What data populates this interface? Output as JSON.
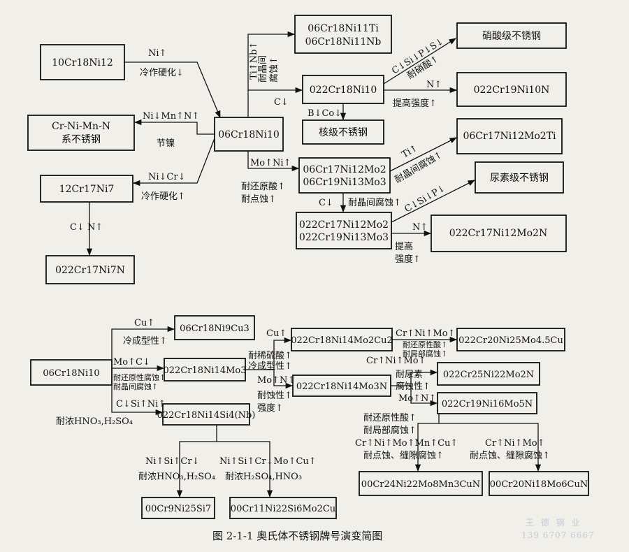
{
  "upper": {
    "nodes": {
      "n10cr18ni12": "10Cr18Ni12",
      "crnimnn_1": "Cr-Ni-Mn-N",
      "crnimnn_2": "系不锈钢",
      "n12cr17ni7": "12Cr17Ni7",
      "n022cr17ni7n": "022Cr17Ni7N",
      "n06cr18ni10": "06Cr18Ni10",
      "n06cr18ni11ti": "06Cr18Ni11Ti",
      "n06cr18ni11nb": "06Cr18Ni11Nb",
      "n022cr18ni10": "022Cr18Ni10",
      "nuclear": "核级不锈钢",
      "nitric": "硝酸级不锈钢",
      "n022cr19ni10n": "022Cr19Ni10N",
      "mo_1": "06Cr17Ni12Mo2",
      "mo_2": "06Cr19Ni13Mo3",
      "n06cr17ni12mo2ti": "06Cr17Ni12Mo2Ti",
      "urea": "尿素级不锈钢",
      "lc_1": "022Cr17Ni12Mo2",
      "lc_2": "022Cr19Ni13Mo3",
      "n022cr17ni12mo2n": "022Cr17Ni12Mo2N"
    },
    "labels": {
      "ni_up": "Ni↑",
      "cold_work_down": "冷作硬化↓",
      "ni_mn_n": "Ni↓Mn↑N↑",
      "save_ni": "节镍",
      "ni_cr_down": "Ni↓Cr↓",
      "cold_work_up": "冷作硬化↑",
      "c_n_1": "C↓  N↑",
      "ti_nb": "Ti↑Nb↑",
      "icc_res_1": "耐晶间",
      "icc_res_2": "腐蚀↑",
      "c_down_1": "C↓",
      "b_co": "B↓Co↓",
      "c_si_p_s": "C↓Si↓P↓S↓",
      "nitric_res": "耐硝酸↑",
      "n_up_1": "N↑",
      "strength_up_1": "提高强度↑",
      "mo_ni": "Mo↑Ni↑",
      "reducing_acid": "耐还原酸↑",
      "pitting": "耐点蚀↑",
      "ti_up": "Ti↑",
      "icc_mo": "耐晶间腐蚀↑",
      "c_down_2": "C↓",
      "icc_lc": "耐晶间腐蚀↑",
      "c_si_p": "C↓Si↓P↓",
      "n_up_2": "N↑",
      "strength_a": "提高",
      "strength_b": "强度↑"
    }
  },
  "lower": {
    "nodes": {
      "start": "06Cr18Ni10",
      "n06cr18ni9cu3": "06Cr18Ni9Cu3",
      "n022cr18ni14mo3": "022Cr18Ni14Mo3",
      "n022cr18ni14si4nb": "022Cr18Ni14Si4(Nb)",
      "n022cr18ni14mo2cu2": "022Cr18Ni14Mo2Cu2",
      "n022cr18ni14mo3n": "022Cr18Ni14Mo3N",
      "n022cr20ni25mo45cu": "022Cr20Ni25Mo4.5Cu",
      "n022cr25ni22mo2n": "022Cr25Ni22Mo2N",
      "n022cr19ni16mo5n": "022Cr19Ni16Mo5N",
      "n00cr24ni22mo8mn3cun": "00Cr24Ni22Mo8Mn3CuN",
      "n00cr20ni18mo6cun": "00Cr20Ni18Mo6CuN",
      "n00cr9ni25si7": "00Cr9Ni25Si7",
      "n00cr11ni22si6mo2cu": "00Cr11Ni22Si6Mo2Cu"
    },
    "labels": {
      "cu_up_1": "Cu↑",
      "cold_form": "冷成型性↑",
      "mo_c": "Mo↑C↓",
      "red_acid_1": "耐还原性腐蚀↑",
      "icc_1": "耐晶间腐蚀↑",
      "c_si_ni": "C↓Si↑Ni↑",
      "conc_acid_1": "耐浓HNO₃,H₂SO₄",
      "cu_up_2": "Cu↑",
      "dilute_h2so4": "耐稀硫酸↑",
      "cold_form_2": "冷成型性↑",
      "mo_n_1": "Mo↑N↑",
      "corr_res": "耐蚀性↑",
      "strength_2": "强度↑",
      "cr_ni_mo_1": "Cr↑Ni↑Mo↑",
      "red_acid_2": "耐还原性酸↑",
      "local_corr_1": "耐局部腐蚀↑",
      "cr_ni_mo_2": "Cr↑Ni↑Mo↑",
      "urea_corr_1": "耐尿素",
      "urea_corr_2": "腐蚀性↑",
      "mo_n_2": "Mo↑N↑",
      "red_acid_3": "耐还原性酸↑",
      "local_corr_2": "耐局部腐蚀↑",
      "cr_ni_mo_mn_cu": "Cr↑Ni↑Mo↑Mn↑Cu↑",
      "pit_crevice_1": "耐点蚀、缝隙腐蚀↑",
      "cr_ni_mo_3": "Cr↑Ni↑Mo↑",
      "pit_crevice_2": "耐点蚀、缝隙腐蚀↑",
      "ni_si_cr": "Ni↑Si↑Cr↓",
      "conc_acid_2": "耐浓HNO₃,H₂SO₄",
      "ni_si_cr_mo_cu": "Ni↑Si↑Cr↓Mo↑Cu↑",
      "conc_acid_3": "耐浓H₂SO₄,HNO₃"
    }
  },
  "caption": "图 2-1-1   奥氏体不锈钢牌号演变简图",
  "watermark": {
    "line1": "王 德 钢 业",
    "line2": "139 6707 6667"
  }
}
